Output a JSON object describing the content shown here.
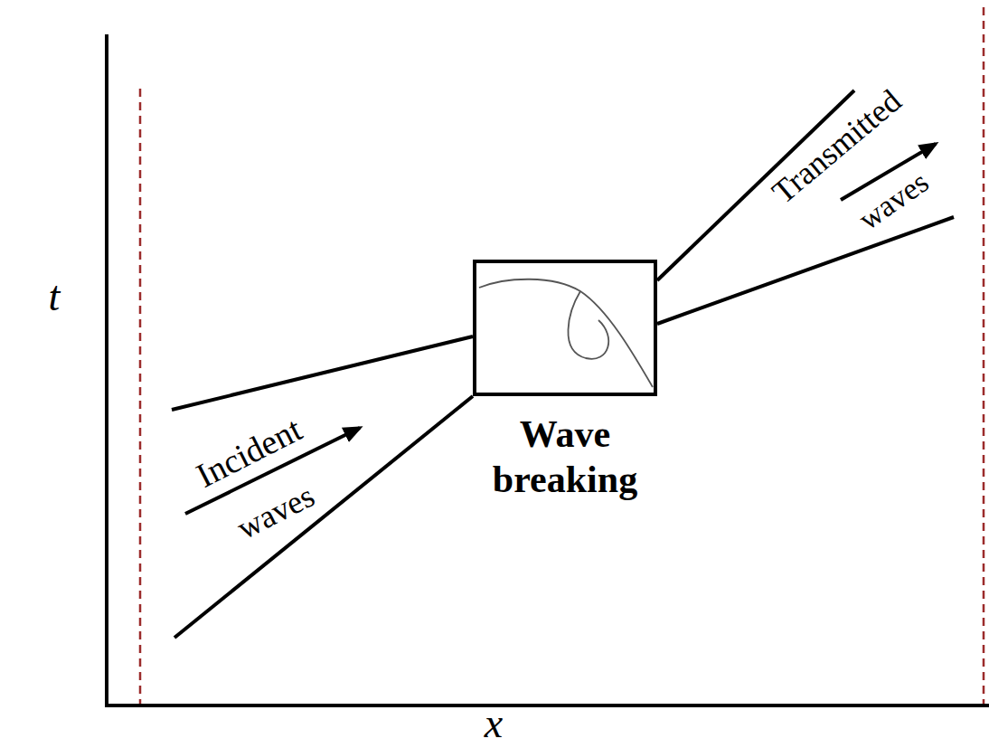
{
  "diagram": {
    "nodes": [
      {
        "text": [
          "Wave breaking"
        ]
      }
    ],
    "labels": [
      "t",
      "x",
      "Incident",
      "waves",
      "Transmitted",
      "waves"
    ]
  }
}
